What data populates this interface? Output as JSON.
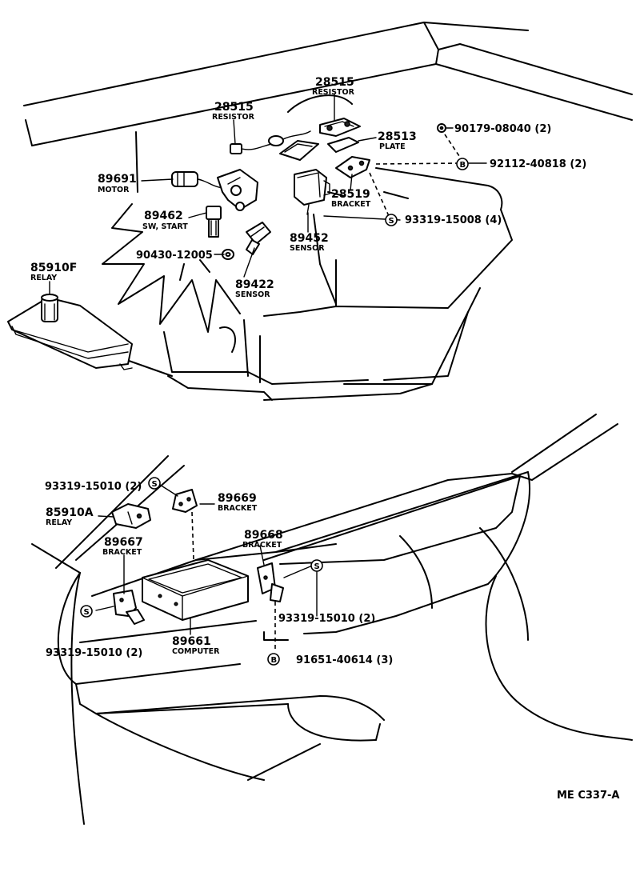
{
  "figure_code": "ME C337-A",
  "upper_callouts": [
    {
      "id": "resistor-top",
      "number": "28515",
      "name": "RESISTOR"
    },
    {
      "id": "resistor-left",
      "number": "28515",
      "name": "RESISTOR"
    },
    {
      "id": "plate",
      "number": "28513",
      "name": "PLATE"
    },
    {
      "id": "motor",
      "number": "89691",
      "name": "MOTOR"
    },
    {
      "id": "sw-start",
      "number": "89462",
      "name": "SW, START"
    },
    {
      "id": "bracket-28519",
      "number": "28519",
      "name": "BRACKET"
    },
    {
      "id": "sensor-89452",
      "number": "89452",
      "name": "SENSOR"
    },
    {
      "id": "sensor-89422",
      "number": "89422",
      "name": "SENSOR"
    },
    {
      "id": "relay-85910f",
      "number": "85910F",
      "name": "RELAY"
    }
  ],
  "upper_refs": [
    {
      "id": "nut-90179",
      "text": "90179-08040 (2)"
    },
    {
      "id": "bolt-92112",
      "text": "92112-40818 (2)",
      "symbol": "B"
    },
    {
      "id": "screw-93319-15008",
      "text": "93319-15008 (4)",
      "symbol": "S"
    },
    {
      "id": "gasket-90430",
      "text": "90430-12005"
    }
  ],
  "lower_callouts": [
    {
      "id": "bracket-89669",
      "number": "89669",
      "name": "BRACKET"
    },
    {
      "id": "relay-85910a",
      "number": "85910A",
      "name": "RELAY"
    },
    {
      "id": "bracket-89668",
      "number": "89668",
      "name": "BRACKET"
    },
    {
      "id": "bracket-89667",
      "number": "89667",
      "name": "BRACKET"
    },
    {
      "id": "computer-89661",
      "number": "89661",
      "name": "COMPUTER"
    }
  ],
  "lower_refs": [
    {
      "id": "screw-top-left",
      "text": "93319-15010 (2)",
      "symbol": "S"
    },
    {
      "id": "screw-right",
      "text": "93319-15010 (2)",
      "symbol": "S"
    },
    {
      "id": "screw-bottom-left",
      "text": "93319-15010 (2)",
      "symbol": "S"
    },
    {
      "id": "bolt-91651",
      "text": "91651-40614 (3)",
      "symbol": "B"
    }
  ]
}
